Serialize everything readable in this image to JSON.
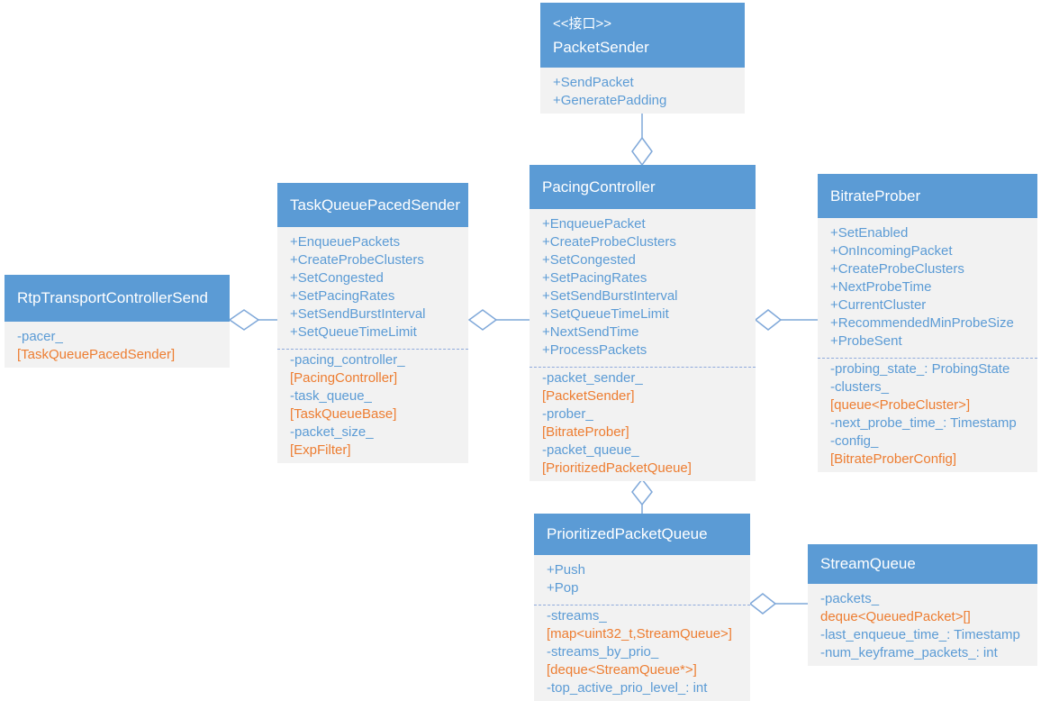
{
  "colors": {
    "header_bg": "#5B9BD5",
    "header_text": "#FFFFFF",
    "body_bg": "#F2F2F2",
    "member_text": "#5B9BD5",
    "type_text": "#ED7D31",
    "connector": "#7FA8D9"
  },
  "classes": [
    {
      "name": "PacketSender",
      "stereotype": "<<接口>>",
      "members": [
        {
          "kind": "method",
          "text": "+SendPacket"
        },
        {
          "kind": "method",
          "text": "+GeneratePadding"
        }
      ]
    },
    {
      "name": "TaskQueuePacedSender",
      "members": [
        {
          "kind": "method",
          "text": "+EnqueuePackets"
        },
        {
          "kind": "method",
          "text": "+CreateProbeClusters"
        },
        {
          "kind": "method",
          "text": "+SetCongested"
        },
        {
          "kind": "method",
          "text": "+SetPacingRates"
        },
        {
          "kind": "method",
          "text": "+SetSendBurstInterval"
        },
        {
          "kind": "method",
          "text": "+SetQueueTimeLimit"
        },
        {
          "kind": "sep",
          "text": ""
        },
        {
          "kind": "attr",
          "text": "-pacing_controller_"
        },
        {
          "kind": "type",
          "text": "[PacingController]"
        },
        {
          "kind": "attr",
          "text": "-task_queue_"
        },
        {
          "kind": "type",
          "text": "[TaskQueueBase]"
        },
        {
          "kind": "attr",
          "text": "-packet_size_"
        },
        {
          "kind": "type",
          "text": "[ExpFilter]"
        }
      ]
    },
    {
      "name": "PacingController",
      "members": [
        {
          "kind": "method",
          "text": "+EnqueuePacket"
        },
        {
          "kind": "method",
          "text": "+CreateProbeClusters"
        },
        {
          "kind": "method",
          "text": "+SetCongested"
        },
        {
          "kind": "method",
          "text": "+SetPacingRates"
        },
        {
          "kind": "method",
          "text": "+SetSendBurstInterval"
        },
        {
          "kind": "method",
          "text": "+SetQueueTimeLimit"
        },
        {
          "kind": "method",
          "text": "+NextSendTime"
        },
        {
          "kind": "method",
          "text": "+ProcessPackets"
        },
        {
          "kind": "sep",
          "text": ""
        },
        {
          "kind": "attr",
          "text": "-packet_sender_"
        },
        {
          "kind": "type",
          "text": "[PacketSender]"
        },
        {
          "kind": "attr",
          "text": "-prober_"
        },
        {
          "kind": "type",
          "text": "[BitrateProber]"
        },
        {
          "kind": "attr",
          "text": "-packet_queue_"
        },
        {
          "kind": "type",
          "text": "[PrioritizedPacketQueue]"
        }
      ]
    },
    {
      "name": "RtpTransportControllerSend",
      "members": [
        {
          "kind": "attr",
          "text": "-pacer_"
        },
        {
          "kind": "type",
          "text": "[TaskQueuePacedSender]"
        }
      ]
    },
    {
      "name": "BitrateProber",
      "members": [
        {
          "kind": "method",
          "text": "+SetEnabled"
        },
        {
          "kind": "method",
          "text": "+OnIncomingPacket"
        },
        {
          "kind": "method",
          "text": "+CreateProbeClusters"
        },
        {
          "kind": "method",
          "text": "+NextProbeTime"
        },
        {
          "kind": "method",
          "text": "+CurrentCluster"
        },
        {
          "kind": "method",
          "text": "+RecommendedMinProbeSize"
        },
        {
          "kind": "method",
          "text": "+ProbeSent"
        },
        {
          "kind": "sep",
          "text": ""
        },
        {
          "kind": "attr",
          "text": "-probing_state_: ProbingState"
        },
        {
          "kind": "attr",
          "text": "-clusters_"
        },
        {
          "kind": "type",
          "text": "[queue<ProbeCluster>]"
        },
        {
          "kind": "attr",
          "text": "-next_probe_time_: Timestamp"
        },
        {
          "kind": "attr",
          "text": "-config_"
        },
        {
          "kind": "type",
          "text": "[BitrateProberConfig]"
        }
      ]
    },
    {
      "name": "PrioritizedPacketQueue",
      "members": [
        {
          "kind": "method",
          "text": "+Push"
        },
        {
          "kind": "method",
          "text": "+Pop"
        },
        {
          "kind": "sep",
          "text": ""
        },
        {
          "kind": "attr",
          "text": "-streams_"
        },
        {
          "kind": "type",
          "text": "[map<uint32_t,StreamQueue>]"
        },
        {
          "kind": "attr",
          "text": "-streams_by_prio_"
        },
        {
          "kind": "type",
          "text": "[deque<StreamQueue*>]"
        },
        {
          "kind": "attr",
          "text": "-top_active_prio_level_: int"
        }
      ]
    },
    {
      "name": "StreamQueue",
      "members": [
        {
          "kind": "attr",
          "text": "-packets_"
        },
        {
          "kind": "type",
          "text": "deque<QueuedPacket>[]"
        },
        {
          "kind": "attr",
          "text": "-last_enqueue_time_: Timestamp"
        },
        {
          "kind": "attr",
          "text": "-num_keyframe_packets_: int"
        }
      ]
    }
  ],
  "relationships": [
    {
      "owner": "PacingController",
      "part": "PacketSender",
      "kind": "aggregation"
    },
    {
      "owner": "RtpTransportControllerSend",
      "part": "TaskQueuePacedSender",
      "kind": "aggregation"
    },
    {
      "owner": "TaskQueuePacedSender",
      "part": "PacingController",
      "kind": "aggregation"
    },
    {
      "owner": "PacingController",
      "part": "BitrateProber",
      "kind": "aggregation"
    },
    {
      "owner": "PacingController",
      "part": "PrioritizedPacketQueue",
      "kind": "aggregation"
    },
    {
      "owner": "PrioritizedPacketQueue",
      "part": "StreamQueue",
      "kind": "aggregation"
    }
  ]
}
